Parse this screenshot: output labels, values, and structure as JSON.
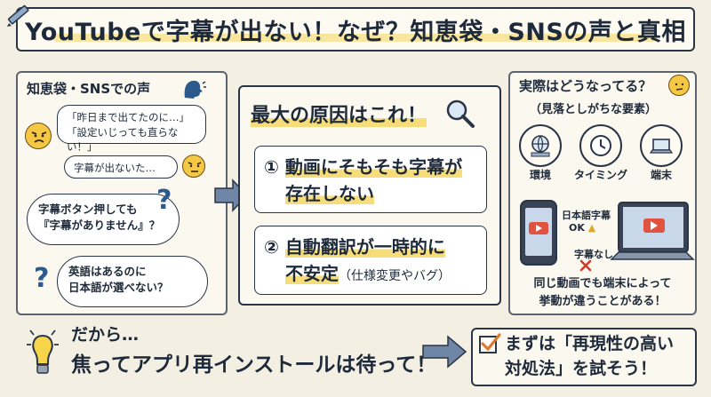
{
  "title": "YouTubeで字幕が出ない！なぜ？知恵袋・SNSの声と真相",
  "left": {
    "heading": "知恵袋・SNSでの声",
    "bubble1": [
      "「昨日まで出てたのに…」",
      "「設定いじっても直らない！」"
    ],
    "bubble2": "字幕が出ないた…",
    "cloud1": [
      "字幕ボタン押しても",
      "『字幕がありません』？"
    ],
    "cloud2": [
      "英語はあるのに",
      "日本語が選べない？"
    ]
  },
  "center": {
    "heading": "最大の原因はこれ！",
    "cause1_num": "①",
    "cause1_line1": "動画にそもそも字幕が",
    "cause1_line2": "存在しない",
    "cause2_num": "②",
    "cause2_line1": "自動翻訳が一時的に",
    "cause2_line2": "不安定",
    "cause2_note": "（仕様変更やバグ）"
  },
  "right": {
    "heading": "実際はどうなってる？",
    "subheading": "（見落としがちな要素）",
    "factors": [
      {
        "label": "環境",
        "icon": "globe-icon"
      },
      {
        "label": "タイミング",
        "icon": "clock-icon"
      },
      {
        "label": "端末",
        "icon": "laptop-icon"
      }
    ],
    "ok_label1": "日本語字幕",
    "ok_label2": "OK",
    "ng_label": "字幕なし",
    "caption": [
      "同じ動画でも端末によって",
      "挙動が違うことがある！"
    ]
  },
  "bottom": {
    "line1": "だから…",
    "line2": "焦ってアプリ再インストールは待って！",
    "box_line1": "まずは「再現性の高い",
    "box_line2": "対処法」を試そう！"
  },
  "colors": {
    "ink": "#1e2a3a",
    "highlight": "#f6dd7a",
    "accent_blue": "#2d5a8c",
    "arrow": "#6f86a6",
    "check_orange": "#e07a2a",
    "cross_red": "#d23a2a"
  }
}
